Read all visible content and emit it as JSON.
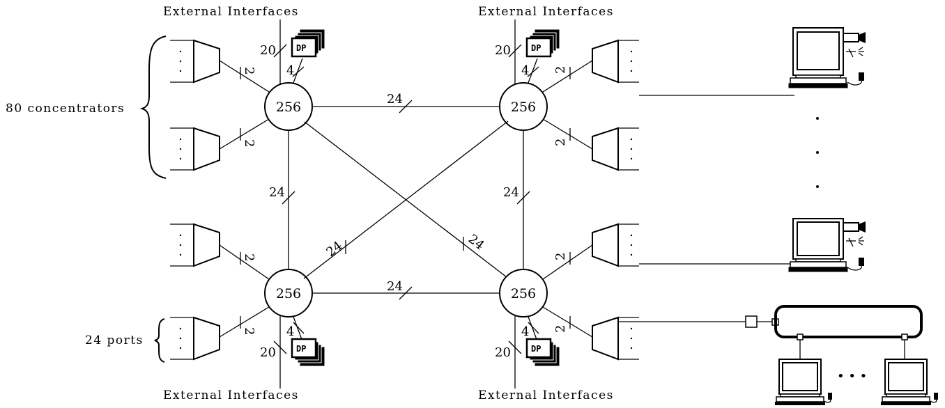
{
  "labels": {
    "ext_tl": "External Interfaces",
    "ext_tr": "External Interfaces",
    "ext_bl": "External Interfaces",
    "ext_br": "External Interfaces",
    "concentrators": "80 concentrators",
    "ports": "24 ports"
  },
  "nodes": {
    "tl": "256",
    "tr": "256",
    "bl": "256",
    "br": "256"
  },
  "link_counts": {
    "top": "24",
    "bottom": "24",
    "left": "24",
    "right": "24",
    "diag_a": "24",
    "diag_b": "24",
    "conc": "2",
    "ext": "20",
    "dp": "4"
  },
  "dp_label": "DP",
  "ellipsis": "• • •",
  "colors": {
    "line": "#000000",
    "background": "#ffffff"
  }
}
